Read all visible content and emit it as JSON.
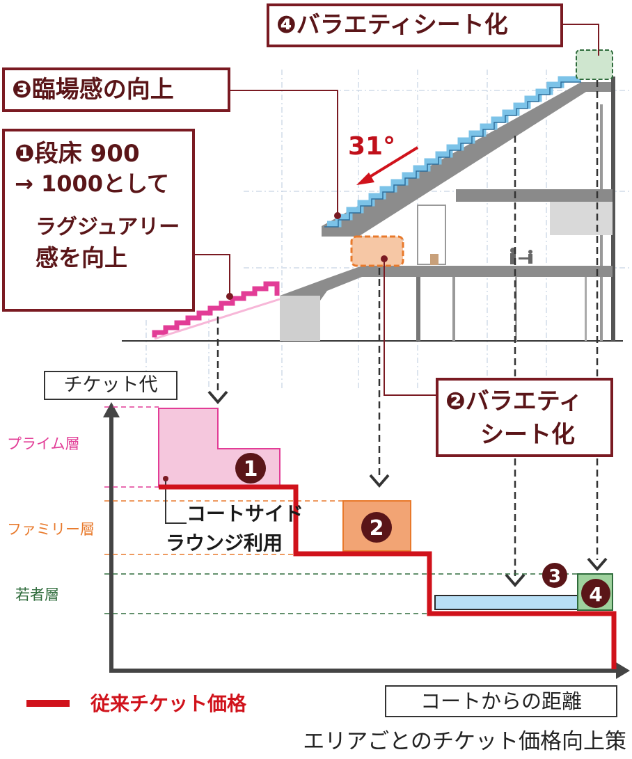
{
  "callouts": {
    "c1": {
      "num": "❶",
      "line1": "段床 900",
      "line2": "→ 1000として",
      "line3": "ラグジュアリー",
      "line4": "感を向上"
    },
    "c2": {
      "num": "❷",
      "line1": "バラエティ",
      "line2": "シート化"
    },
    "c3": {
      "num": "❸",
      "text": "臨場感の向上"
    },
    "c4": {
      "num": "❹",
      "text": "バラエティシート化"
    }
  },
  "angle_label": "31°",
  "chart": {
    "y_axis_label": "チケット代",
    "x_axis_label": "コートからの距離",
    "tiers": {
      "prime": "プライム層",
      "family": "ファミリー層",
      "youth": "若者層"
    },
    "courtside_line1": "コートサイド",
    "courtside_line2": "ラウンジ利用",
    "markers": {
      "m1": "1",
      "m2": "2",
      "m3": "3",
      "m4": "4"
    },
    "legend": "従来チケット価格"
  },
  "caption": "エリアごとのチケット価格向上策",
  "colors": {
    "dark_red": "#7a1a22",
    "price_red": "#d0121b",
    "pink": "#e23c96",
    "orange": "#e8792b",
    "green": "#2e6b3b",
    "blue": "#7cc3e8"
  }
}
